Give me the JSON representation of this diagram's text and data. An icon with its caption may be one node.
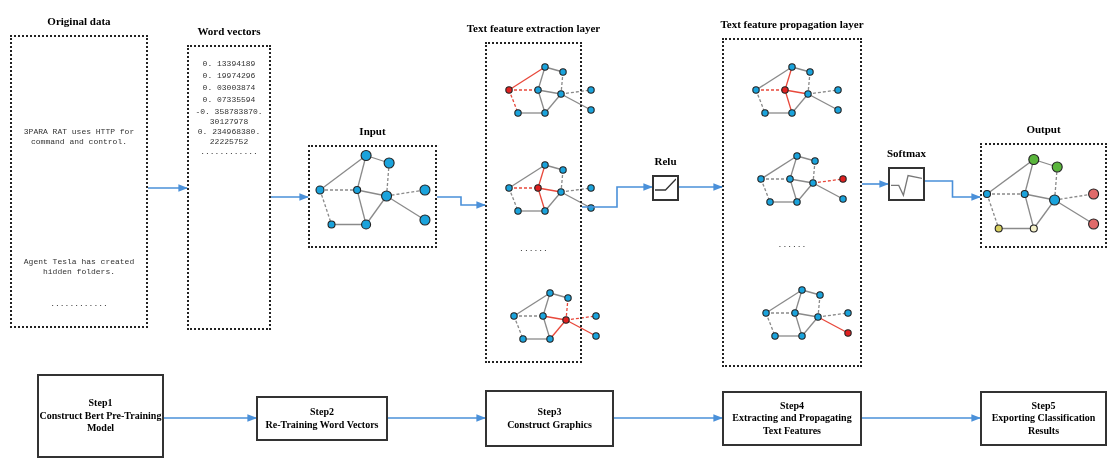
{
  "diagram": {
    "nodes": [
      {
        "text": [
          "Original data",
          "3PARA RAT uses HTTP for command and control.",
          "Agent Tesla has created hidden folders.",
          "............"
        ]
      },
      {
        "text": [
          "Word vectors",
          "0. 13394189",
          "0. 19974296",
          "0. 03003874",
          "0. 07335594",
          "-0. 358783870. 30127978",
          "0. 234968380. 22225752",
          "............"
        ]
      },
      {
        "text": [
          "Input"
        ]
      },
      {
        "text": [
          "Text feature extraction layer",
          "......"
        ]
      },
      {
        "text": [
          "Relu"
        ]
      },
      {
        "text": [
          "Text feature propagation layer",
          "......"
        ]
      },
      {
        "text": [
          "Softmax"
        ]
      },
      {
        "text": [
          "Output"
        ]
      },
      {
        "text": [
          "Step1",
          "Construct Bert Pre-Training Model"
        ]
      },
      {
        "text": [
          "Step2",
          "Re-Training Word Vectors"
        ]
      },
      {
        "text": [
          "Step3",
          "Construct Graphics"
        ]
      },
      {
        "text": [
          "Step4",
          "Extracting and Propagating Text Features"
        ]
      },
      {
        "text": [
          "Step5",
          "Exporting Classification Results"
        ]
      }
    ],
    "edges": [
      {
        "from": 0,
        "to": 1,
        "arrow": "to"
      },
      {
        "from": 1,
        "to": 2,
        "arrow": "to"
      },
      {
        "from": 2,
        "to": 3,
        "arrow": "to"
      },
      {
        "from": 3,
        "to": 4,
        "arrow": "to"
      },
      {
        "from": 4,
        "to": 5,
        "arrow": "to"
      },
      {
        "from": 5,
        "to": 6,
        "arrow": "to"
      },
      {
        "from": 6,
        "to": 7,
        "arrow": "to"
      },
      {
        "from": 8,
        "to": 9,
        "arrow": "to"
      },
      {
        "from": 9,
        "to": 10,
        "arrow": "to"
      },
      {
        "from": 10,
        "to": 11,
        "arrow": "to"
      },
      {
        "from": 11,
        "to": 12,
        "arrow": "to"
      }
    ]
  }
}
